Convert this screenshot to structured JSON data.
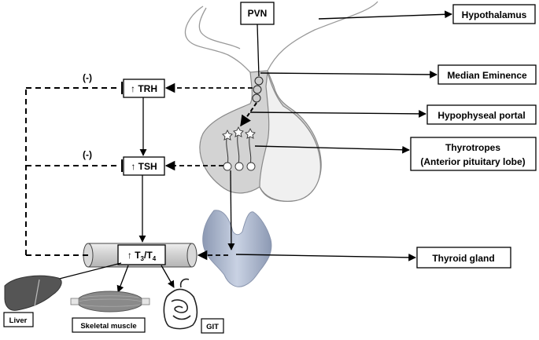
{
  "labels": {
    "pvn": "PVN",
    "hypothalamus": "Hypothalamus",
    "median_eminence": "Median Eminence",
    "hypophyseal_portal": "Hypophyseal portal",
    "thyrotropes_line1": "Thyrotropes",
    "thyrotropes_line2": "(Anterior pituitary lobe)",
    "thyroid_gland": "Thyroid gland",
    "liver": "Liver",
    "skeletal_muscle": "Skeletal muscle",
    "git": "GIT"
  },
  "hormones": {
    "arrow": "↑",
    "trh": "TRH",
    "tsh": "TSH",
    "t": "T",
    "t3_sub": "3",
    "slash": "/",
    "t4_sub": "4"
  },
  "feedback": {
    "trh_sign": "(-)",
    "tsh_sign": "(-)"
  },
  "colors": {
    "pituitary": "#d3d3d3",
    "brain_outline": "#999999",
    "thyroid": "#aab6cc",
    "liver": "#555555",
    "muscle": "#888888",
    "cylinder": "#dddddd"
  }
}
